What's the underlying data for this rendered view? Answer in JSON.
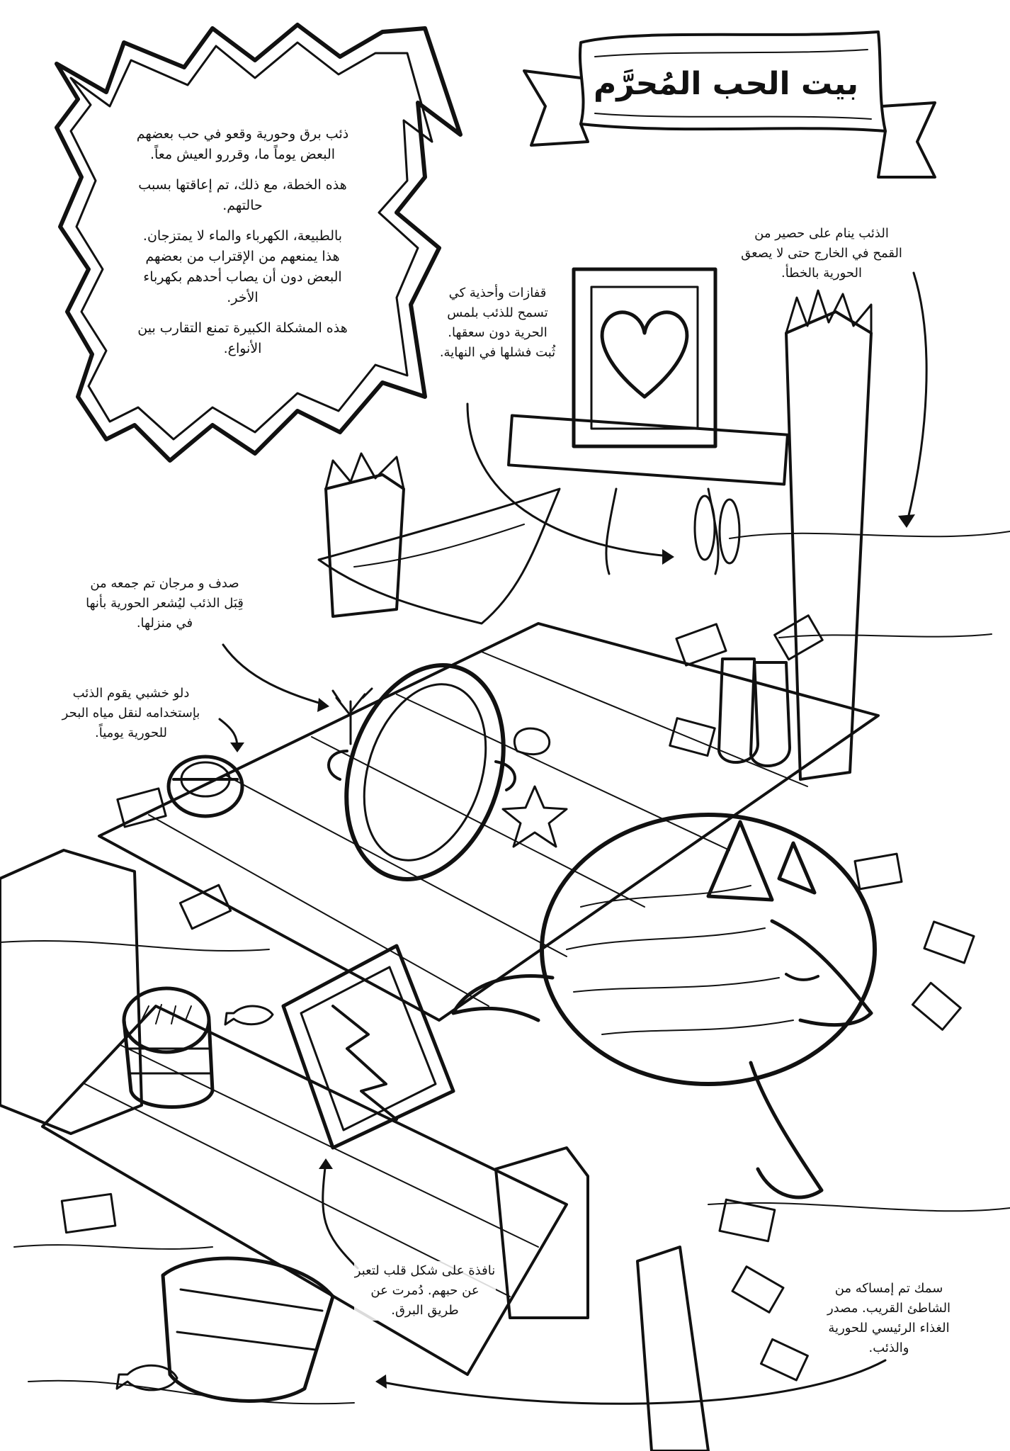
{
  "title": "بيت الحب المُحرَّم",
  "intro": {
    "paragraphs": [
      "ذئب برق وحورية وقعو في حب بعضهم البعض يوماً ما، وقررو العيش معاً.",
      "هذه الخطة، مع ذلك، تم إعاقتها بسبب حالتهم.",
      "بالطبيعة، الكهرباء والماء لا يمتزجان. هذا يمنعهم من الإقتراب من بعضهم البعض دون أن يصاب أحدهم بكهرباء الأخر.",
      "هذه المشكلة الكبيرة تمنع التقارب بين الأنواع."
    ]
  },
  "notes": {
    "wheat_mat": "الذئب ينام على حصير من القمح في الخارج حتى لا يصعق الحورية بالخطأ.",
    "gloves_boots": "قفازات وأحذية كي تسمح للذئب بلمس الحرية دون سعقها. ثُبت فشلها في النهاية.",
    "shells_coral": "صدف و مرجان تم جمعه من قِبَل الذئب ليُشعر الحورية بأنها في منزلها.",
    "wooden_bucket": "دلو خشبي يقوم الذئب بإستخدامه لنقل مياه البحر للحورية يومياً.",
    "heart_window": "نافذة على شكل قلب لتعبر عن حبهم. دُمرت عن طريق البرق.",
    "fish": "سمك تم إمساكه من الشاطئ القريب. مصدر الغذاء الرئيسي للحورية والذئب."
  },
  "colors": {
    "ink": "#111111",
    "paper": "#ffffff",
    "shade": "#d8d8d8"
  }
}
